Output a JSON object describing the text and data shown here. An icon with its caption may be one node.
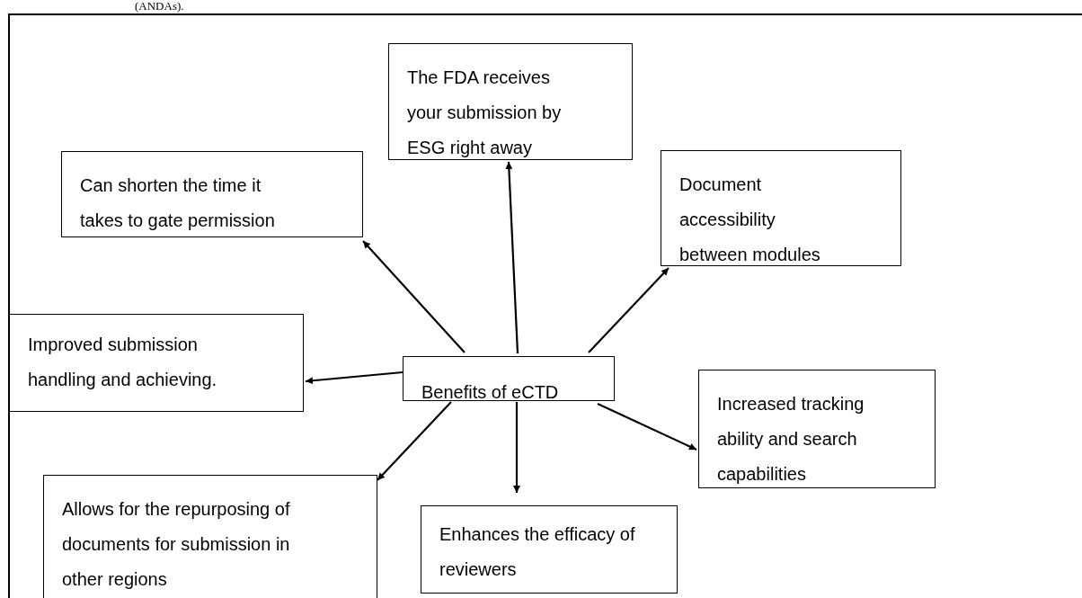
{
  "diagram": {
    "nodes": [
      {
        "text": [
          "Benefits of eCTD"
        ]
      },
      {
        "text": [
          "The FDA receives your submission by ESG right away"
        ]
      },
      {
        "text": [
          "Can shorten the time it takes to gate permission"
        ]
      },
      {
        "text": [
          "Document accessibility between modules"
        ]
      },
      {
        "text": [
          "Improved submission handling and achieving."
        ]
      },
      {
        "text": [
          "Increased tracking ability and search capabilities"
        ]
      },
      {
        "text": [
          "Allows for the repurposing of documents for submission in other regions"
        ]
      },
      {
        "text": [
          "Enhances the efficacy of reviewers"
        ]
      }
    ],
    "edges": [
      {
        "from": 0,
        "to": 1,
        "arrow": "to"
      },
      {
        "from": 0,
        "to": 2,
        "arrow": "to"
      },
      {
        "from": 0,
        "to": 3,
        "arrow": "to"
      },
      {
        "from": 0,
        "to": 4,
        "arrow": "to"
      },
      {
        "from": 0,
        "to": 5,
        "arrow": "to"
      },
      {
        "from": 0,
        "to": 6,
        "arrow": "to"
      },
      {
        "from": 0,
        "to": 7,
        "arrow": "to"
      }
    ],
    "labels": [
      "(ANDAs)."
    ]
  }
}
